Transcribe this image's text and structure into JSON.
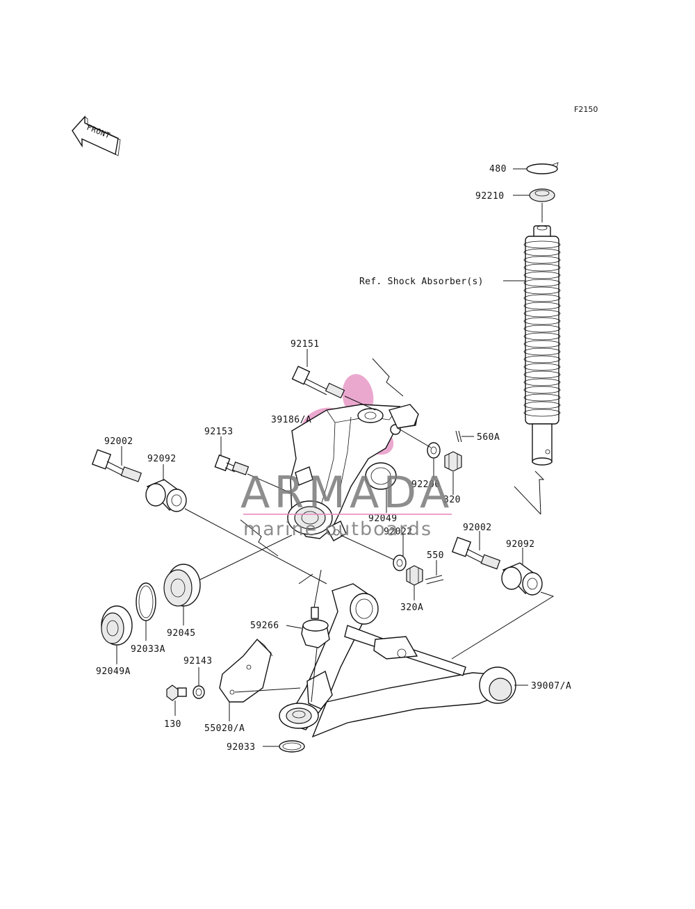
{
  "figure_code": "F2150",
  "direction_arrow_text": "FRONT",
  "reference_label": "Ref. Shock Absorber(s)",
  "part_labels": {
    "p480": "480",
    "p92210": "92210",
    "p92151": "92151",
    "p39186A": "39186/A",
    "p560A": "560A",
    "p92153": "92153",
    "p92002a": "92002",
    "p92092a": "92092",
    "p92200": "92200",
    "p320": "320",
    "p92049": "92049",
    "p92022": "92022",
    "p92002b": "92002",
    "p92092b": "92092",
    "p550": "550",
    "p320A": "320A",
    "p92045": "92045",
    "p92033A": "92033A",
    "p92049A": "92049A",
    "p59266": "59266",
    "p92143": "92143",
    "p130": "130",
    "p55020A": "55020/A",
    "p39007A": "39007/A",
    "p92033": "92033"
  },
  "watermark": {
    "brand": "ARMADA",
    "tagline": "marine outboards",
    "accent_color": "#e58bbf"
  },
  "colors": {
    "line": "#111111",
    "background": "#ffffff"
  }
}
